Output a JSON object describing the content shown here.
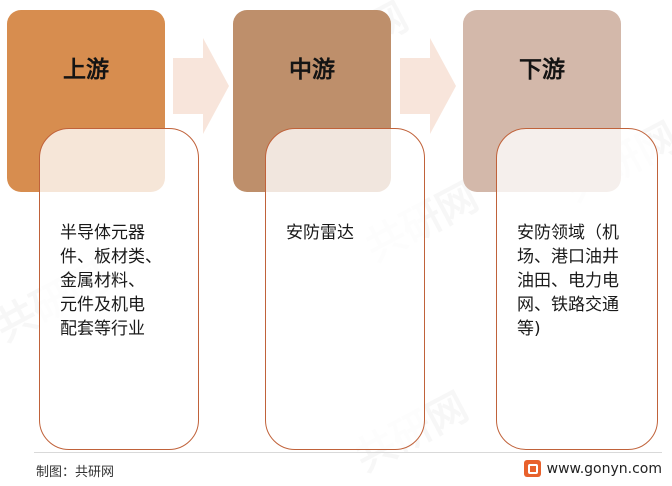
{
  "stages": [
    {
      "title": "上游",
      "color": "#d78d4f",
      "description": "半导体元器\n件、板材类、\n金属材料、\n元件及机电\n配套等行业"
    },
    {
      "title": "中游",
      "color": "#be8f6b",
      "description": "安防雷达"
    },
    {
      "title": "下游",
      "color": "#d3b8aa",
      "description": "安防领域（机\n场、港口油井\n油田、电力电\n网、铁路交通\n等)"
    }
  ],
  "footer": {
    "source": "制图：共研网",
    "website": "www.gonyn.com"
  },
  "watermark_text": "共研网"
}
